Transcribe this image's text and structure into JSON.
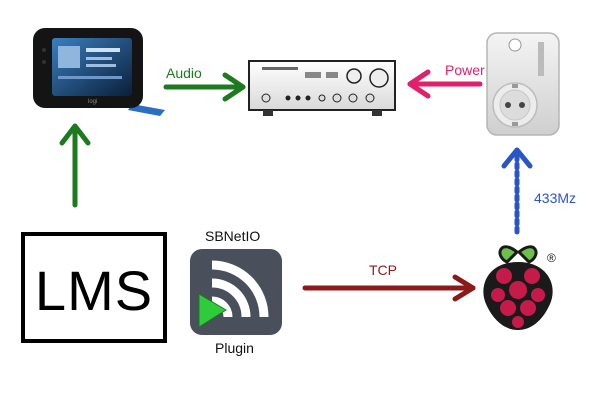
{
  "nodes": {
    "lms": {
      "label": "LMS"
    },
    "plugin": {
      "title": "SBNetIO",
      "caption": "Plugin"
    },
    "raspberry_pi": {
      "mark": "®"
    }
  },
  "edges": {
    "audio": {
      "label": "Audio",
      "color": "#1e7a1e"
    },
    "power": {
      "label": "Power",
      "color": "#e0206a"
    },
    "rf": {
      "label": "433Mz",
      "color": "#2a55c8"
    },
    "tcp": {
      "label": "TCP",
      "color": "#8b1a1a"
    },
    "lms_to_player": {
      "color": "#1e7a1e"
    }
  },
  "icons": {
    "player": "squeezebox-touch-icon",
    "amplifier": "amplifier-icon",
    "switch": "remote-power-socket-icon",
    "plugin": "rss-play-icon",
    "pi": "raspberry-pi-icon"
  },
  "colors": {
    "plugin_tile": "#4a4f5c",
    "play_green": "#2ecc3a",
    "pi_red": "#c51a4a",
    "pi_leaf": "#6cc04a"
  }
}
